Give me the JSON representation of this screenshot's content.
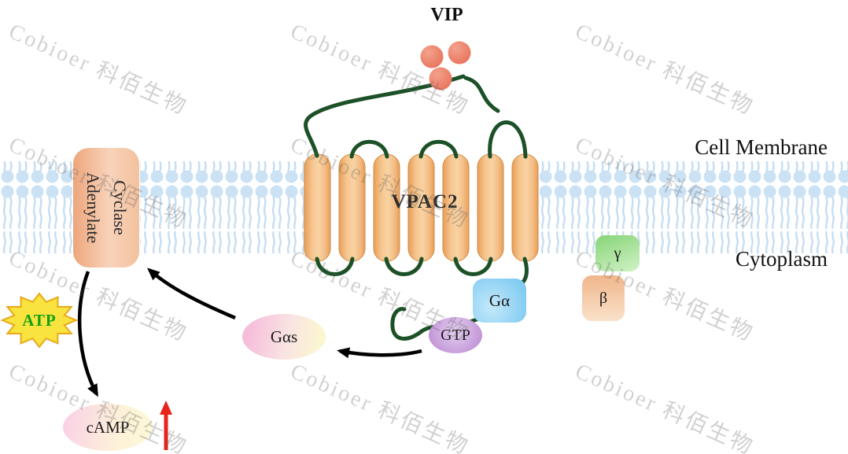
{
  "watermark": {
    "text": "Cobioer 科佰生物"
  },
  "labels": {
    "ligand": "VIP",
    "membrane": "Cell Membrane",
    "cytoplasm": "Cytoplasm",
    "receptor": "VPAC2",
    "enzyme_line1": "Adenylate",
    "enzyme_line2": "Cyclase",
    "g_alpha": "Gα",
    "gtp": "GTP",
    "g_alpha_s": "Gαs",
    "atp": "ATP",
    "camp": "cAMP",
    "beta": "β",
    "gamma": "γ"
  },
  "colors": {
    "ligand_fill": "#e9755b",
    "helix_fill": "#f5c48e",
    "loop_stroke": "#1c5128",
    "membrane_fill": "#cbe2f5",
    "atp_text": "#13a113",
    "atp_star": "#f9e33e",
    "arrow_black": "#000000",
    "arrow_red": "#e7231c",
    "g_alpha_fill": "#8fd0f2",
    "gtp_fill": "#c79ade",
    "g_alpha_s_fill": "#f6bcdb",
    "camp_fill": "#fad2e6",
    "gamma_fill": "#8fd883",
    "beta_fill": "#f1b88e",
    "enzyme_fill": "#f3c19e"
  }
}
